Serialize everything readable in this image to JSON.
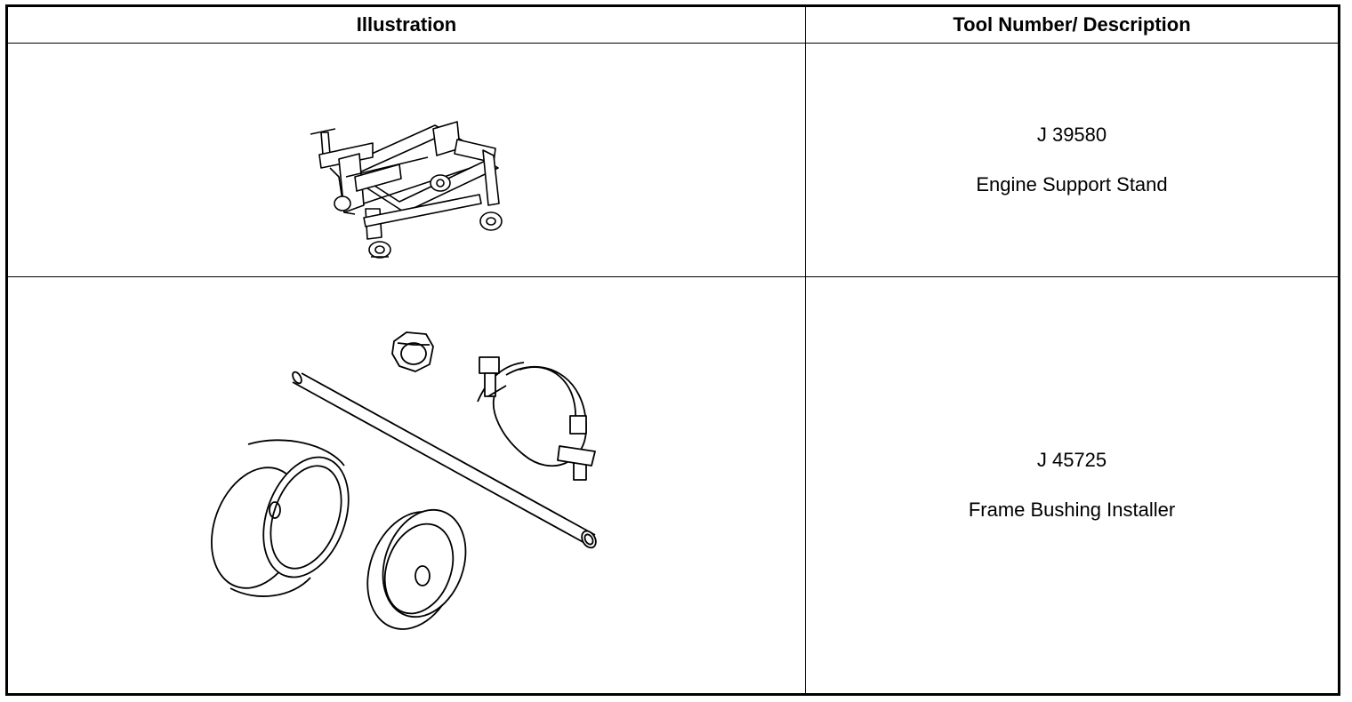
{
  "table": {
    "headers": [
      "Illustration",
      "Tool Number/ Description"
    ],
    "rows": [
      {
        "tool_number": "J 39580",
        "description": "Engine Support Stand",
        "illustration": "engine-support-stand-drawing"
      },
      {
        "tool_number": "J 45725",
        "description": "Frame Bushing Installer",
        "illustration": "frame-bushing-installer-drawing"
      }
    ]
  }
}
